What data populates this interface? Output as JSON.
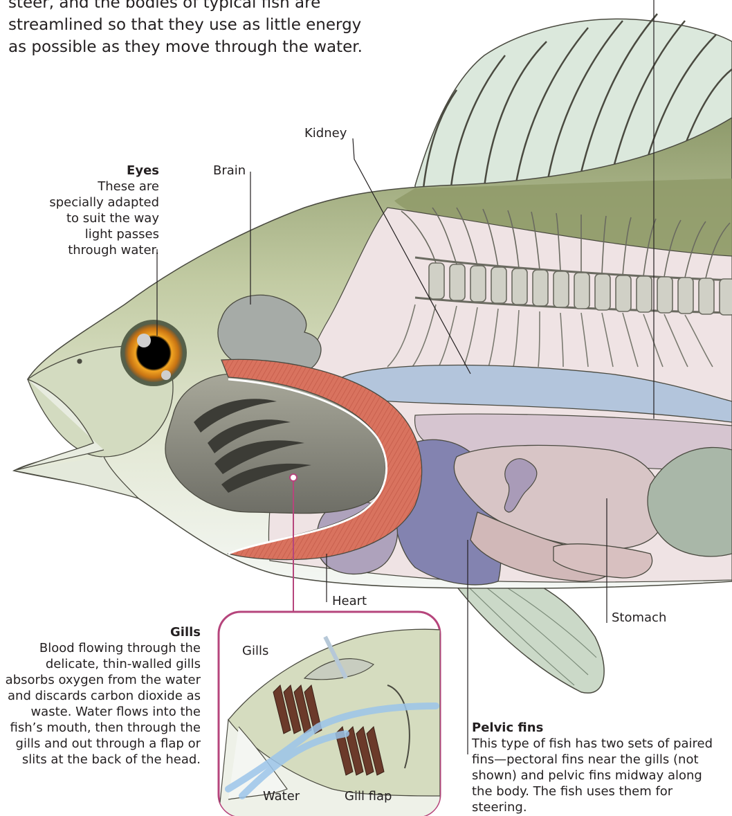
{
  "intro": "steer, and the bodies of typical fish are streamlined so that they use as little energy as possible as they move through the water.",
  "eyes": {
    "title": "Eyes",
    "body": "These are specially adapted to suit the way light passes through water."
  },
  "labels": {
    "brain": "Brain",
    "kidney": "Kidney",
    "heart": "Heart",
    "stomach": "Stomach"
  },
  "gills_note": {
    "title": "Gills",
    "body": "Blood flowing through the delicate, thin-walled gills absorbs oxygen from the water and discards carbon dioxide as waste. Water flows into the fish’s mouth, then through the gills and out through a flap or slits at the back of the head."
  },
  "inset": {
    "gills": "Gills",
    "water": "Water",
    "gill_flap": "Gill flap"
  },
  "pelvic": {
    "title": "Pelvic fins",
    "body": "This type of fish has two sets of paired fins—pectoral fins near the gills (not shown) and pelvic fins midway along the body. The fish uses them for steering."
  },
  "colors": {
    "body": "#cdd5b0",
    "back": "#8a9566",
    "fin": "#d8e7d8",
    "gill_cover": "#d8735e",
    "kidney": "#b2c4da",
    "heart": "#aea2bc",
    "liver": "#8080b0",
    "stomach": "#d8c5c6",
    "inset_border": "#b6457c"
  }
}
